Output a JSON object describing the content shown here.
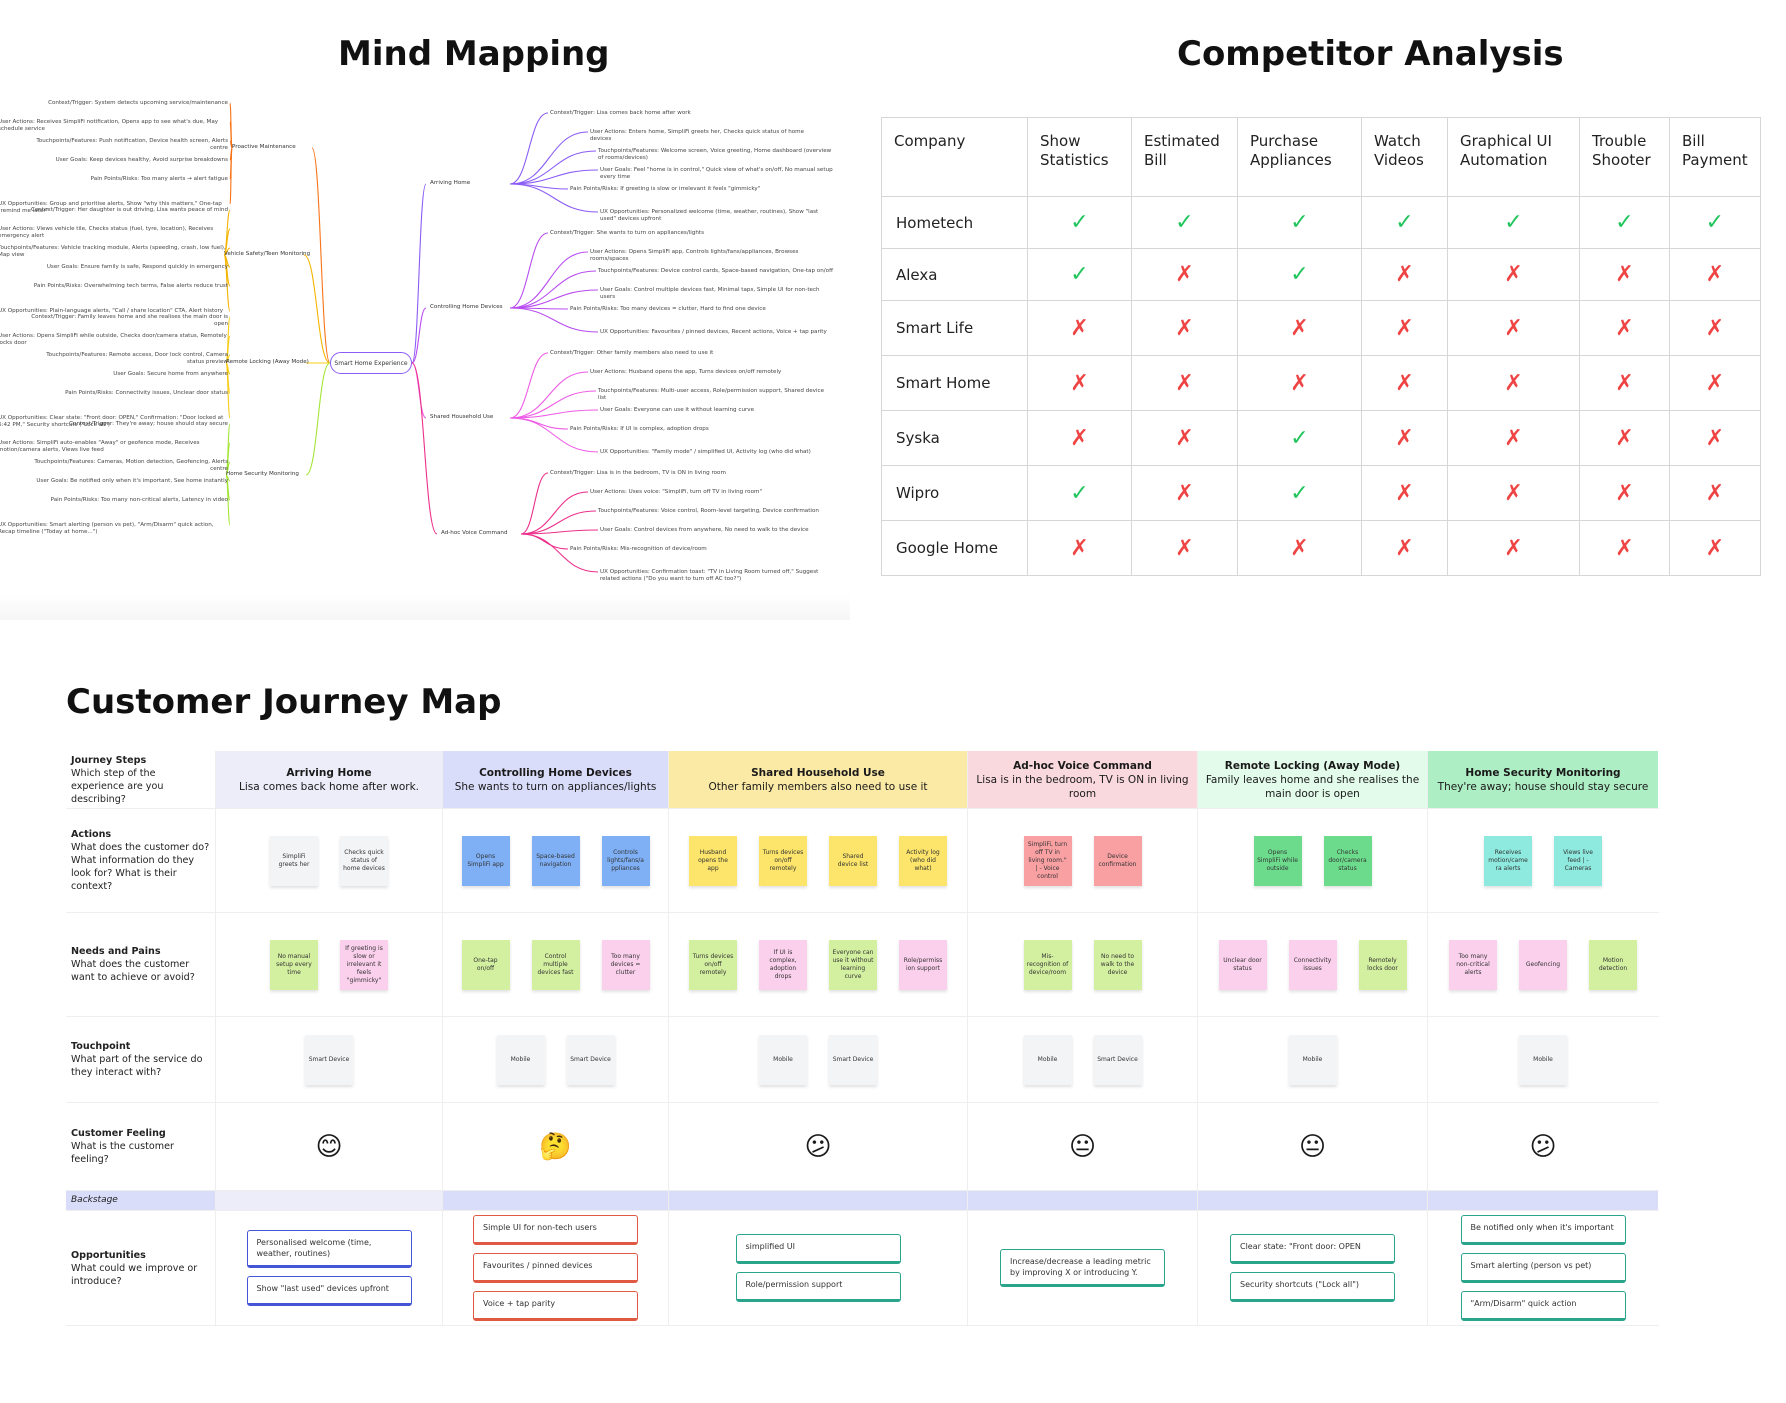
{
  "titles": {
    "mind_mapping": "Mind Mapping",
    "competitor_analysis": "Competitor Analysis",
    "customer_journey_map": "Customer Journey Map"
  },
  "mind_map": {
    "center": "Smart Home Experience",
    "left_branches": [
      {
        "name": "Proactive Maintenance",
        "color": "#f97316",
        "items": [
          "Context/Trigger: System detects upcoming service/maintenance",
          "User Actions: Receives SimpliFi notification, Opens app to see what's due, May schedule service",
          "Touchpoints/Features: Push notification, Device health screen, Alerts centre",
          "User Goals: Keep devices healthy, Avoid surprise breakdowns",
          "Pain Points/Risks: Too many alerts → alert fatigue",
          "UX Opportunities: Group and prioritise alerts, Show \"why this matters,\" One-tap \"remind me later\""
        ]
      },
      {
        "name": "Vehicle Safety/Teen Monitoring",
        "color": "#f5b400",
        "items": [
          "Context/Trigger: Her daughter is out driving, Lisa wants peace of mind",
          "User Actions: Views vehicle tile, Checks status (fuel, tyre, location), Receives emergency alert",
          "Touchpoints/Features: Vehicle tracking module, Alerts (speeding, crash, low fuel), Map view",
          "User Goals: Ensure family is safe, Respond quickly in emergency",
          "Pain Points/Risks: Overwhelming tech terms, False alerts reduce trust",
          "UX Opportunities: Plain-language alerts, \"Call / share location\" CTA, Alert history"
        ]
      },
      {
        "name": "Remote Locking (Away Mode)",
        "color": "#facc15",
        "items": [
          "Context/Trigger: Family leaves home and she realises the main door is open",
          "User Actions: Opens SimpliFi while outside, Checks door/camera status, Remotely locks door",
          "Touchpoints/Features: Remote access, Door lock control, Camera status preview",
          "User Goals: Secure home from anywhere",
          "Pain Points/Risks: Connectivity issues, Unclear door status",
          "UX Opportunities: Clear state: \"Front door: OPEN,\" Confirmation: \"Door locked at 6:42 PM,\" Security shortcuts (\"Lock all\")"
        ]
      },
      {
        "name": "Home Security Monitoring",
        "color": "#a3e635",
        "items": [
          "Context/Trigger: They're away; house should stay secure",
          "User Actions: SimpliFi auto-enables \"Away\" or geofence mode, Receives motion/camera alerts, Views live feed",
          "Touchpoints/Features: Cameras, Motion detection, Geofencing, Alerts centre",
          "User Goals: Be notified only when it's important, See home instantly",
          "Pain Points/Risks: Too many non-critical alerts, Latency in video",
          "UX Opportunities: Smart alerting (person vs pet), \"Arm/Disarm\" quick action, Recap timeline (\"Today at home...\")"
        ]
      }
    ],
    "right_branches": [
      {
        "name": "Arriving Home",
        "color": "#8b5cf6",
        "items": [
          "Context/Trigger: Lisa comes back home after work",
          "User Actions: Enters home, SimpliFi greets her, Checks quick status of home devices",
          "Touchpoints/Features: Welcome screen, Voice greeting, Home dashboard (overview of rooms/devices)",
          "User Goals: Feel \"home is in control,\" Quick view of what's on/off, No manual setup every time",
          "Pain Points/Risks: If greeting is slow or irrelevant it feels \"gimmicky\"",
          "UX Opportunities: Personalized welcome (time, weather, routines), Show \"last used\" devices upfront"
        ]
      },
      {
        "name": "Controlling Home Devices",
        "color": "#b84cf0",
        "items": [
          "Context/Trigger: She wants to turn on appliances/lights",
          "User Actions: Opens SimpliFi app, Controls lights/fans/appliances, Browses rooms/spaces",
          "Touchpoints/Features: Device control cards, Space-based navigation, One-tap on/off",
          "User Goals: Control multiple devices fast, Minimal taps, Simple UI for non-tech users",
          "Pain Points/Risks: Too many devices = clutter, Hard to find one device",
          "UX Opportunities: Favourites / pinned devices, Recent actions, Voice + tap parity"
        ]
      },
      {
        "name": "Shared Household Use",
        "color": "#ee5ae6",
        "items": [
          "Context/Trigger: Other family members also need to use it",
          "User Actions: Husband opens the app, Turns devices on/off remotely",
          "Touchpoints/Features: Multi-user access, Role/permission support, Shared device list",
          "User Goals: Everyone can use it without learning curve",
          "Pain Points/Risks: If UI is complex, adoption drops",
          "UX Opportunities: \"Family mode\" / simplified UI, Activity log (who did what)"
        ]
      },
      {
        "name": "Ad-hoc Voice Command",
        "color": "#ec2f8b",
        "items": [
          "Context/Trigger: Lisa is in the bedroom, TV is ON in living room",
          "User Actions: Uses voice: \"SimpliFi, turn off TV in living room\"",
          "Touchpoints/Features: Voice control, Room-level targeting, Device confirmation",
          "User Goals: Control devices from anywhere, No need to walk to the device",
          "Pain Points/Risks: Mis-recognition of device/room",
          "UX Opportunities: Confirmation toast: \"TV in Living Room turned off,\" Suggest related actions (\"Do you want to turn off AC too?\")"
        ]
      }
    ]
  },
  "competitor_table": {
    "headers": [
      "Company",
      "Show\nStatistics",
      "Estimated\nBill",
      "Purchase\nAppliances",
      "Watch\nVideos",
      "Graphical UI\nAutomation",
      "Trouble\nShooter",
      "Bill\nPayment"
    ],
    "rows": [
      {
        "company": "Hometech",
        "values": [
          true,
          true,
          true,
          true,
          true,
          true,
          true
        ]
      },
      {
        "company": "Alexa",
        "values": [
          true,
          false,
          true,
          false,
          false,
          false,
          false
        ]
      },
      {
        "company": "Smart Life",
        "values": [
          false,
          false,
          false,
          false,
          false,
          false,
          false
        ]
      },
      {
        "company": "Smart Home",
        "values": [
          false,
          false,
          false,
          false,
          false,
          false,
          false
        ]
      },
      {
        "company": "Syska",
        "values": [
          false,
          false,
          true,
          false,
          false,
          false,
          false
        ]
      },
      {
        "company": "Wipro",
        "values": [
          true,
          false,
          true,
          false,
          false,
          false,
          false
        ]
      },
      {
        "company": "Google Home",
        "values": [
          false,
          false,
          false,
          false,
          false,
          false,
          false
        ]
      }
    ],
    "yes_symbol": "✓",
    "no_symbol": "✗",
    "yes_color": "#22c55e",
    "no_color": "#ef4444"
  },
  "journey": {
    "row_labels": [
      {
        "title": "Journey Steps",
        "desc": "Which step of the experience are you describing?"
      },
      {
        "title": "Actions",
        "desc": "What does the customer do? What information do they look for? What is their context?"
      },
      {
        "title": "Needs and Pains",
        "desc": "What does the customer want to achieve or avoid?"
      },
      {
        "title": "Touchpoint",
        "desc": "What part of the service do they interact with?"
      },
      {
        "title": "Customer Feeling",
        "desc": "What is the customer feeling?"
      },
      {
        "title": "Backstage",
        "desc": ""
      },
      {
        "title": "Opportunities",
        "desc": "What could we improve or introduce?"
      }
    ],
    "stages": [
      {
        "title": "Arriving Home",
        "subtitle": "Lisa comes back home after work.",
        "bg": "#ecedf9",
        "actions": [
          {
            "text": "SimpliFi greets her",
            "color": "grey"
          },
          {
            "text": "Checks quick status of home devices",
            "color": "grey"
          }
        ],
        "needs": [
          {
            "text": "No manual setup every time",
            "color": "lime"
          },
          {
            "text": "If greeting is slow or irrelevant it feels \"gimmicky\"",
            "color": "pink"
          }
        ],
        "touchpoints": [
          "Smart Device"
        ],
        "feeling": "😊",
        "opportunities": {
          "style": "blue",
          "items": [
            "Personalised welcome (time, weather, routines)",
            "Show \"last used\" devices upfront"
          ]
        }
      },
      {
        "title": "Controlling Home Devices",
        "subtitle": "She wants to turn on appliances/lights",
        "bg": "#d9ddfa",
        "actions": [
          {
            "text": "Opens SimpliFi app",
            "color": "blue"
          },
          {
            "text": "Space-based navigation",
            "color": "blue"
          },
          {
            "text": "Controls lights/fans/a ppliances",
            "color": "blue"
          }
        ],
        "needs": [
          {
            "text": "One-tap on/off",
            "color": "lime"
          },
          {
            "text": "Control multiple devices fast",
            "color": "lime"
          },
          {
            "text": "Too many devices = clutter",
            "color": "pink"
          }
        ],
        "touchpoints": [
          "Mobile",
          "Smart Device"
        ],
        "feeling": "🤔",
        "opportunities": {
          "style": "red",
          "items": [
            "Simple UI for non-tech users",
            "Favourites / pinned devices",
            "Voice + tap parity"
          ]
        }
      },
      {
        "title": "Shared Household Use",
        "subtitle": "Other family members also need to use it",
        "bg": "#fbe9a6",
        "actions": [
          {
            "text": "Husband opens the app",
            "color": "yellow"
          },
          {
            "text": "Turns devices on/off remotely",
            "color": "yellow"
          },
          {
            "text": "Shared device list",
            "color": "yellow"
          },
          {
            "text": "Activity log (who did what)",
            "color": "yellow"
          }
        ],
        "needs": [
          {
            "text": "Turns devices on/off remotely",
            "color": "lime"
          },
          {
            "text": "If UI is complex, adoption drops",
            "color": "pink"
          },
          {
            "text": "Everyone can use it without learning curve",
            "color": "lime"
          },
          {
            "text": "Role/permiss ion support",
            "color": "pink"
          }
        ],
        "touchpoints": [
          "Mobile",
          "Smart Device"
        ],
        "feeling": "😕",
        "opportunities": {
          "style": "teal",
          "items": [
            "simplified UI",
            "Role/permission support"
          ]
        }
      },
      {
        "title": "Ad-hoc Voice Command",
        "subtitle": "Lisa is in the bedroom, TV is ON in living room",
        "bg": "#f9d9dd",
        "actions": [
          {
            "text": "SimpliFi, turn off TV in living room.\" | - Voice control",
            "color": "red"
          },
          {
            "text": "Device confirmation",
            "color": "red"
          }
        ],
        "needs": [
          {
            "text": "Mis-recognition of device/room",
            "color": "lime"
          },
          {
            "text": "No need to walk to the device",
            "color": "lime"
          }
        ],
        "touchpoints": [
          "Mobile",
          "Smart Device"
        ],
        "feeling": "😐",
        "opportunities": {
          "style": "teal",
          "items": [
            "Increase/decrease a leading metric by improving X or introducing Y."
          ]
        }
      },
      {
        "title": "Remote Locking (Away Mode)",
        "subtitle": "Family leaves home and she realises the main door is open",
        "bg": "#e2fbea",
        "actions": [
          {
            "text": "Opens SimpliFi while outside",
            "color": "green"
          },
          {
            "text": "Checks door/camera status",
            "color": "green"
          }
        ],
        "needs": [
          {
            "text": "Unclear door status",
            "color": "pink"
          },
          {
            "text": "Connectivity issues",
            "color": "pink"
          },
          {
            "text": "Remotely locks door",
            "color": "lime"
          }
        ],
        "touchpoints": [
          "Mobile"
        ],
        "feeling": "😐",
        "opportunities": {
          "style": "teal",
          "items": [
            "Clear state: \"Front door: OPEN",
            "Security shortcuts (\"Lock all\")"
          ]
        }
      },
      {
        "title": "Home Security Monitoring",
        "subtitle": "They're away; house should stay secure",
        "bg": "#aeeec4",
        "actions": [
          {
            "text": "Receives motion/came ra alerts",
            "color": "cyan"
          },
          {
            "text": "Views live feed | - Cameras",
            "color": "cyan"
          }
        ],
        "needs": [
          {
            "text": "Too many non-critical alerts",
            "color": "pink"
          },
          {
            "text": "Geofencing",
            "color": "pink"
          },
          {
            "text": "Motion detection",
            "color": "lime"
          }
        ],
        "touchpoints": [
          "Mobile"
        ],
        "feeling": "😕",
        "opportunities": {
          "style": "teal",
          "items": [
            "Be notified only when it's important",
            "Smart alerting (person vs pet)",
            "\"Arm/Disarm\" quick action"
          ]
        }
      }
    ]
  }
}
